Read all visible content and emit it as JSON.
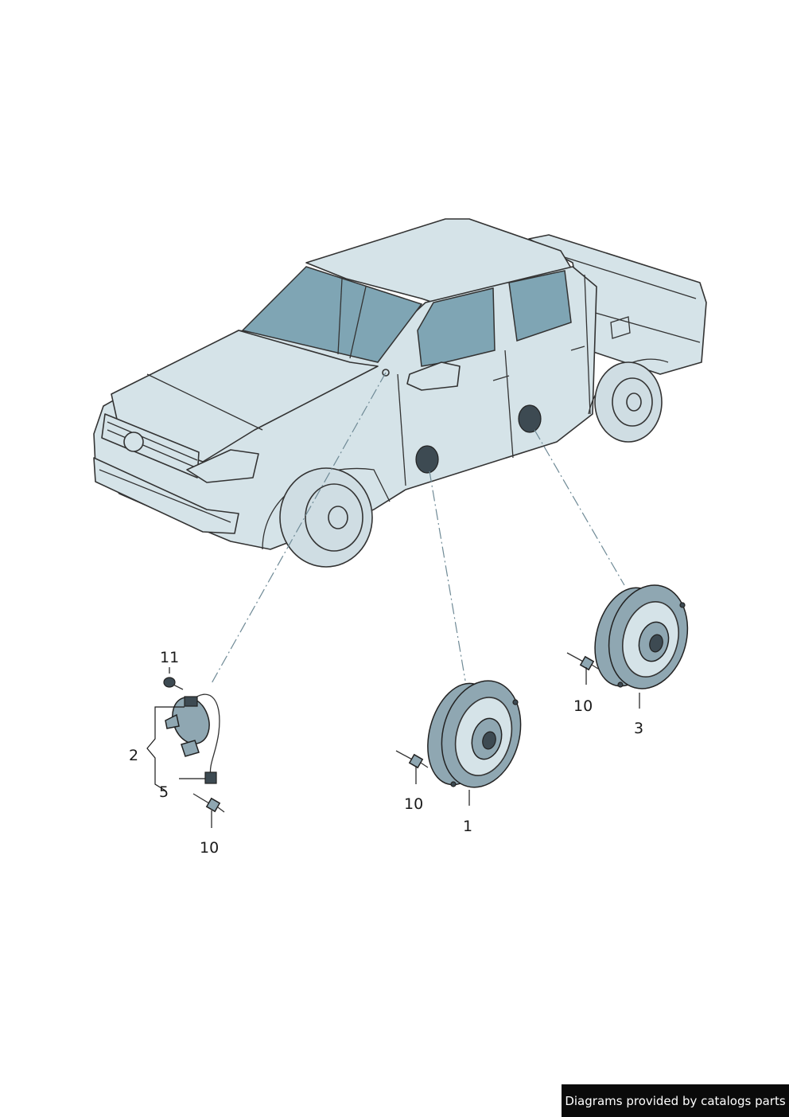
{
  "callouts": {
    "c1": "1",
    "c2": "2",
    "c3": "3",
    "c5": "5",
    "c10_left": "10",
    "c10_mid": "10",
    "c10_right": "10",
    "c11": "11"
  },
  "credit": "Diagrams provided by catalogs parts",
  "colors": {
    "body": "#d5e3e8",
    "glass": "#7fa5b4",
    "outline": "#333333",
    "credit_bg": "#0a0a0a"
  }
}
